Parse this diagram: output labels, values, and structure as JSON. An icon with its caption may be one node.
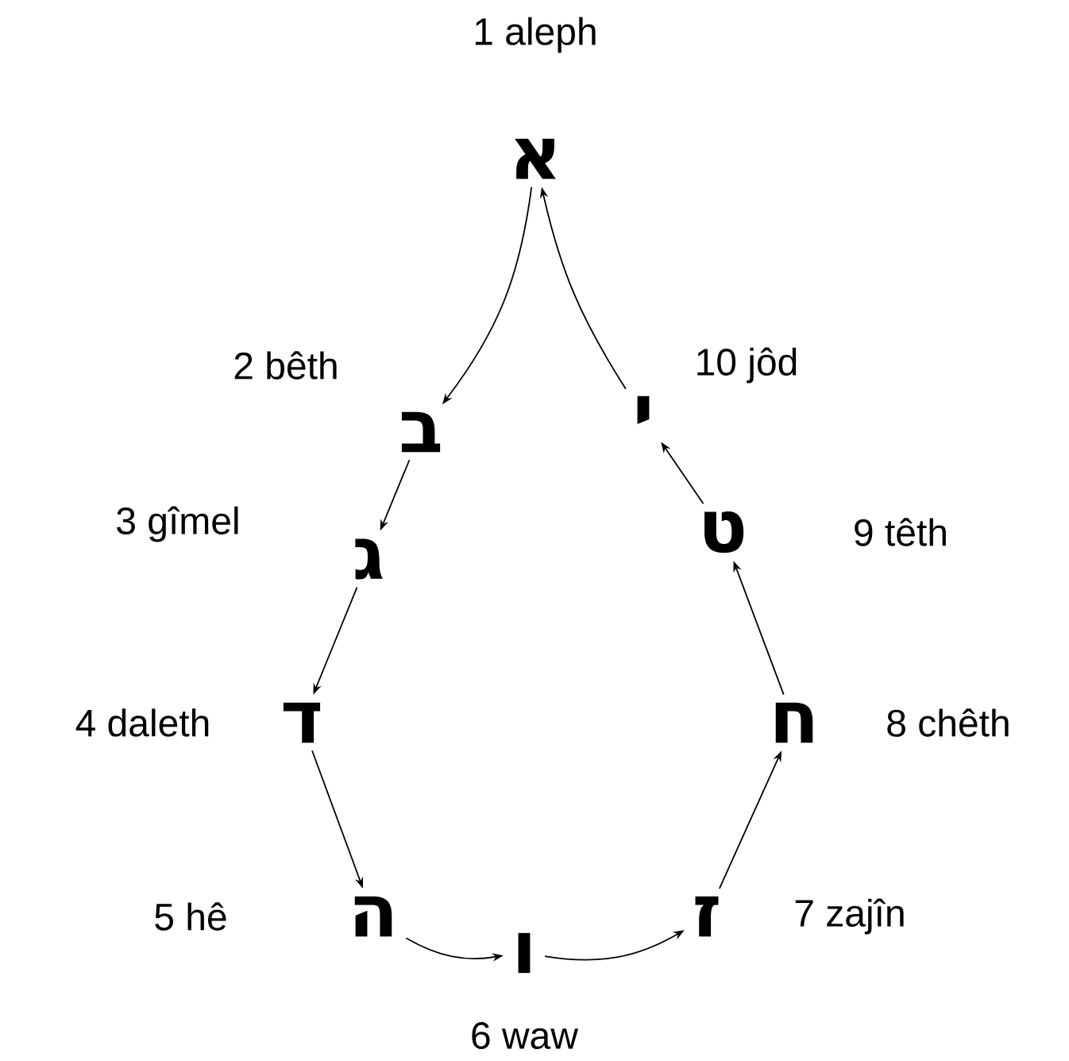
{
  "diagram": {
    "nodes": [
      {
        "text": [
          "א"
        ],
        "beside": [
          "1 aleph"
        ]
      },
      {
        "text": [
          "ב"
        ],
        "beside": [
          "2 bêth"
        ]
      },
      {
        "text": [
          "ג"
        ],
        "beside": [
          "3 gîmel"
        ]
      },
      {
        "text": [
          "ד"
        ],
        "beside": [
          "4 daleth"
        ]
      },
      {
        "text": [
          "ה"
        ],
        "beside": [
          "5 hê"
        ]
      },
      {
        "text": [
          "ו"
        ],
        "beside": [
          "6 waw"
        ]
      },
      {
        "text": [
          "ז"
        ],
        "beside": [
          "7 zajîn"
        ]
      },
      {
        "text": [
          "ח"
        ],
        "beside": [
          "8 chêth"
        ]
      },
      {
        "text": [
          "ט"
        ],
        "beside": [
          "9 têth"
        ]
      },
      {
        "text": [
          "י"
        ],
        "beside": [
          "10 jôd"
        ]
      }
    ],
    "edges": [
      {
        "from": 0,
        "to": 1,
        "arrow": "to"
      },
      {
        "from": 1,
        "to": 2,
        "arrow": "to"
      },
      {
        "from": 2,
        "to": 3,
        "arrow": "to"
      },
      {
        "from": 3,
        "to": 4,
        "arrow": "to"
      },
      {
        "from": 4,
        "to": 5,
        "arrow": "to"
      },
      {
        "from": 5,
        "to": 6,
        "arrow": "to"
      },
      {
        "from": 6,
        "to": 7,
        "arrow": "to"
      },
      {
        "from": 7,
        "to": 8,
        "arrow": "to"
      },
      {
        "from": 8,
        "to": 9,
        "arrow": "to"
      },
      {
        "from": 9,
        "to": 0,
        "arrow": "to"
      }
    ]
  }
}
